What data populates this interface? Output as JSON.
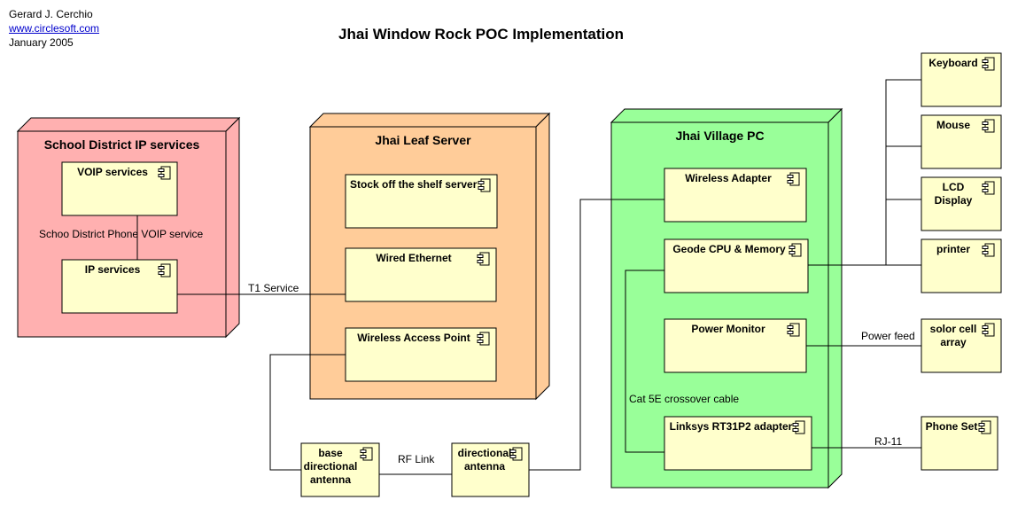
{
  "header": {
    "author": "Gerard J. Cerchio",
    "website": "www.circlesoft.com",
    "date": "January 2005",
    "title": "Jhai Window Rock POC Implementation"
  },
  "colors": {
    "school_node": "#ffb0b0",
    "leaf_node": "#ffcc99",
    "village_node": "#99ff99",
    "component": "#ffffcc",
    "line": "#000000"
  },
  "nodes": {
    "school": {
      "label": "School District IP services"
    },
    "leaf": {
      "label": "Jhai Leaf Server"
    },
    "village": {
      "label": "Jhai Village PC"
    }
  },
  "components": {
    "voip": [
      "VOIP services"
    ],
    "ip": [
      "IP services"
    ],
    "stock": [
      "Stock off the shelf server"
    ],
    "wired": [
      "Wired Ethernet"
    ],
    "wap": [
      "Wireless Access Point"
    ],
    "wadapter": [
      "Wireless Adapter"
    ],
    "geode": [
      "Geode CPU & Memory"
    ],
    "power": [
      "Power Monitor"
    ],
    "linksys": [
      "Linksys RT31P2 adapter"
    ],
    "base": [
      "base",
      "directional",
      "antenna"
    ],
    "dir": [
      "directional",
      "antenna"
    ],
    "keyboard": [
      "Keyboard"
    ],
    "mouse": [
      "Mouse"
    ],
    "lcd": [
      "LCD",
      "Display"
    ],
    "printer": [
      "printer"
    ],
    "solar": [
      "solor cell",
      "array"
    ],
    "phone": [
      "Phone Set"
    ]
  },
  "links": {
    "voip": "Schoo District Phone VOIP service",
    "t1": "T1 Service",
    "rf": "RF Link",
    "cat5": "Cat 5E crossover cable",
    "power": "Power feed",
    "rj11": "RJ-11"
  }
}
